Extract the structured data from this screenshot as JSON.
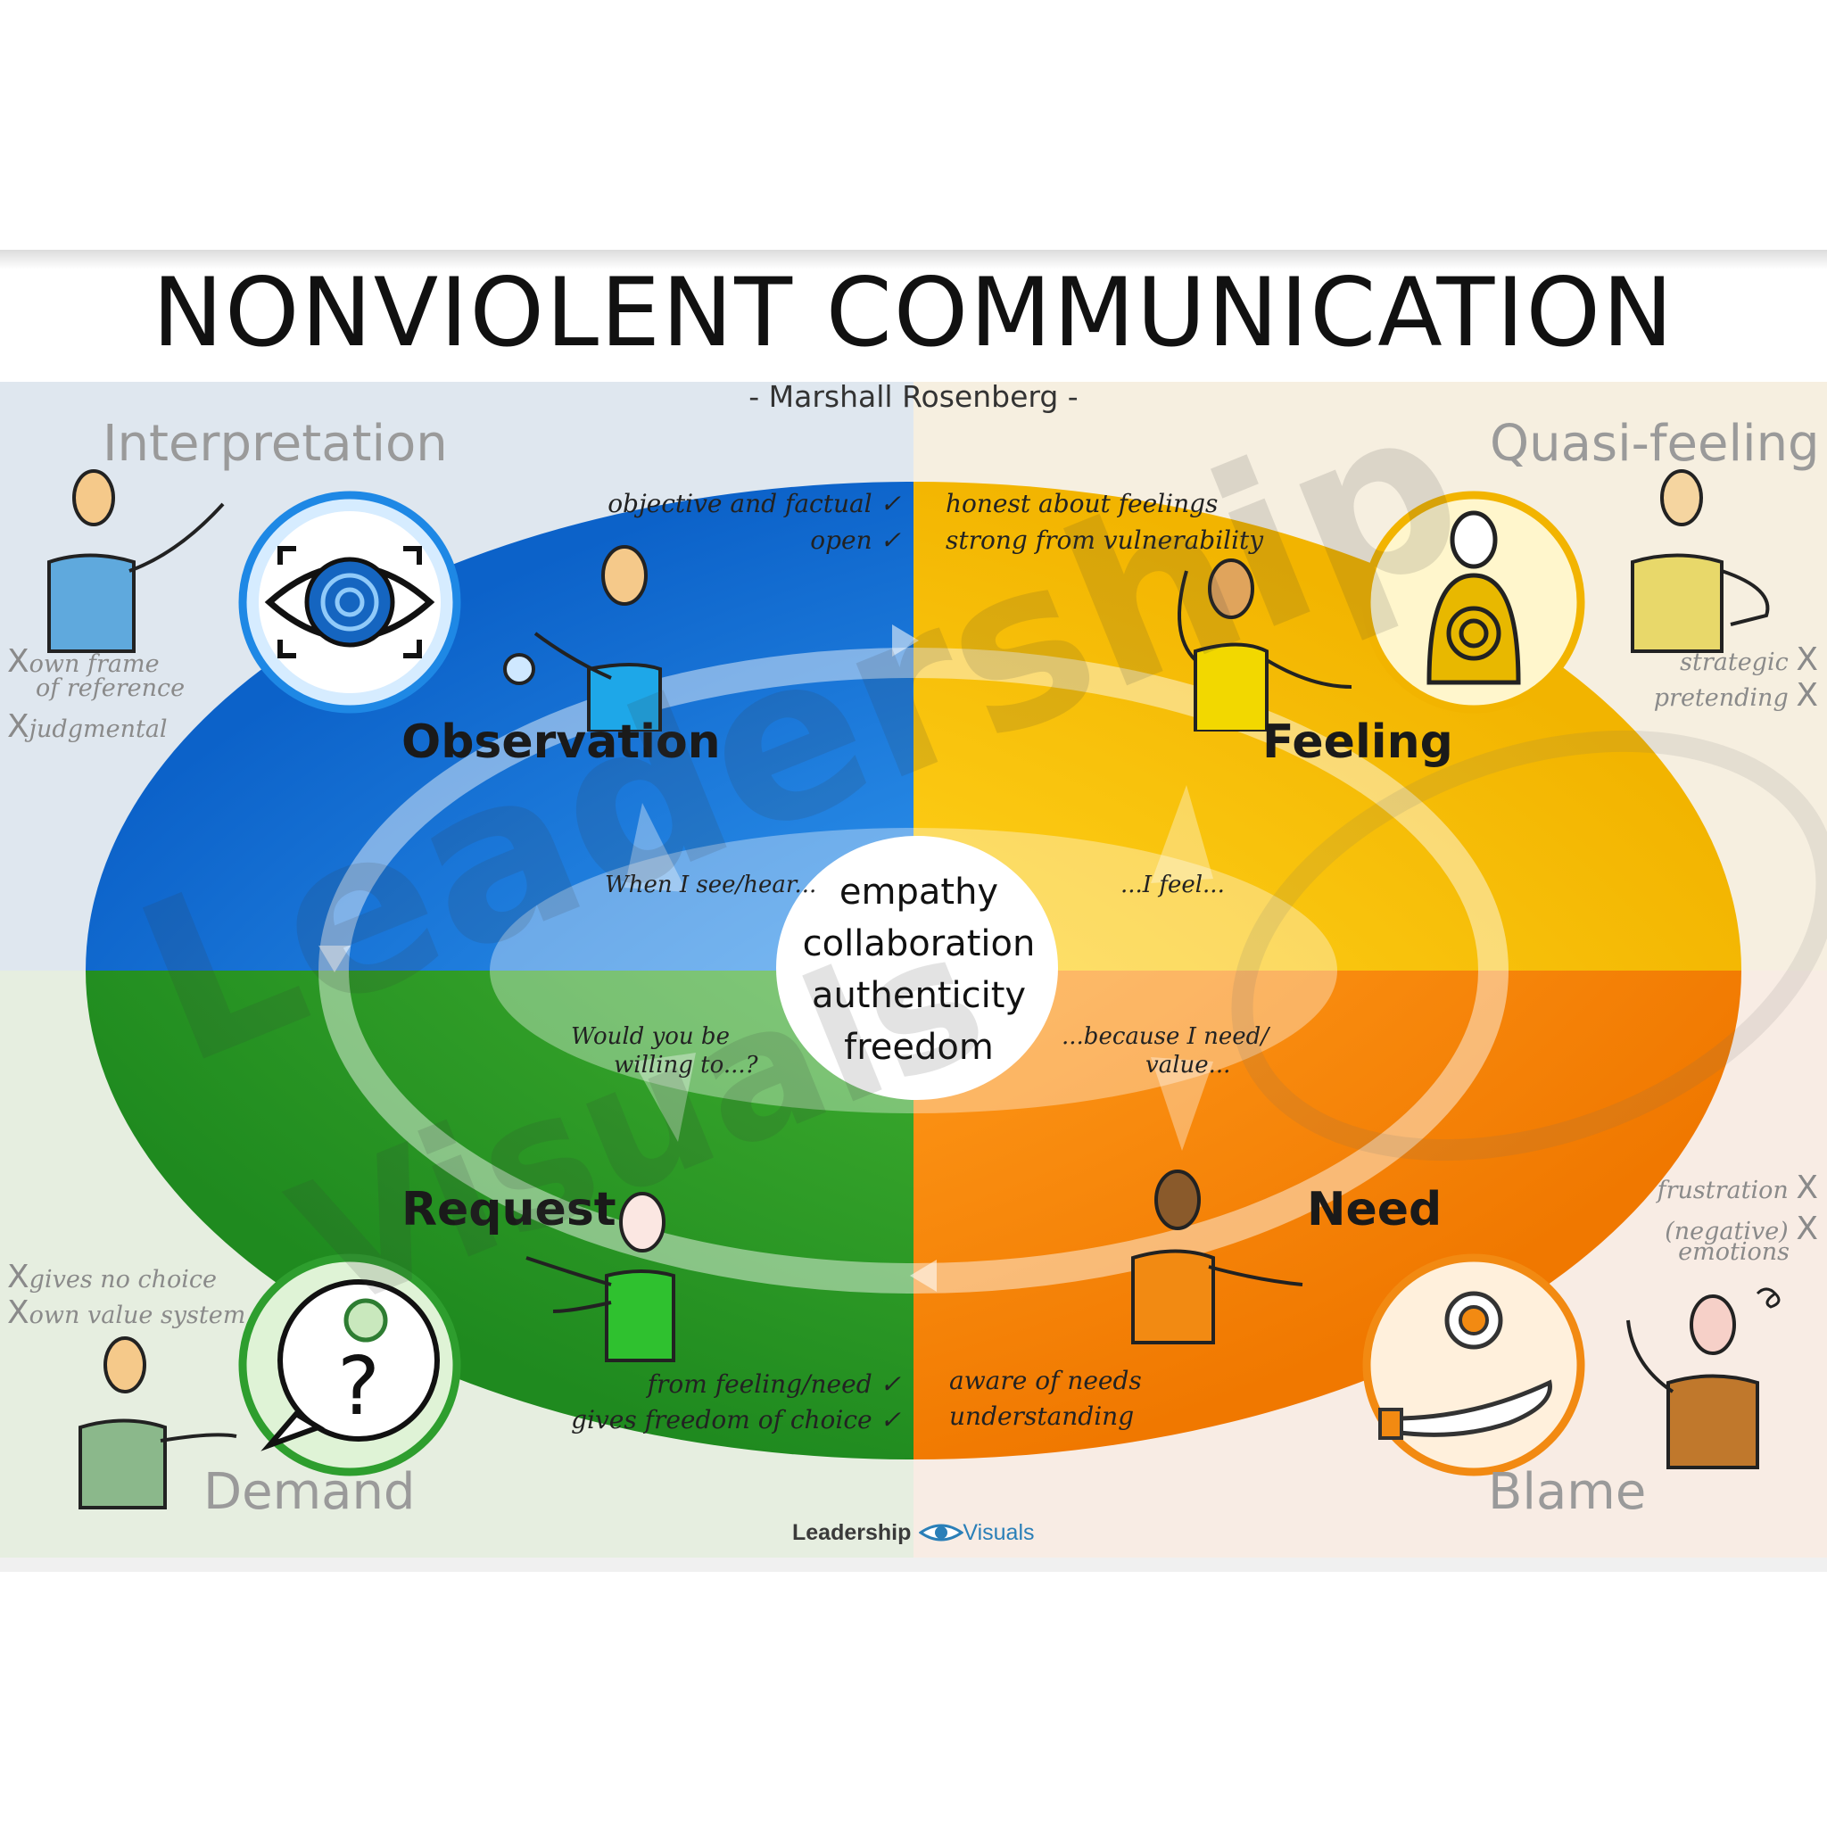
{
  "title": "NONVIOLENT COMMUNICATION",
  "subtitle": "- Marshall Rosenberg -",
  "corners": {
    "top_left": "Interpretation",
    "top_right": "Quasi-feeling",
    "bottom_left": "Demand",
    "bottom_right": "Blame"
  },
  "stages": {
    "observation": "Observation",
    "feeling": "Feeling",
    "request": "Request",
    "need": "Need"
  },
  "positives": {
    "observation": [
      "objective and factual",
      "open"
    ],
    "feeling": [
      "honest about feelings",
      "strong from vulnerability"
    ],
    "request": [
      "from feeling/need",
      "gives freedom of choice"
    ],
    "need": [
      "aware of needs",
      "understanding"
    ],
    "check_symbol": "✓"
  },
  "negatives": {
    "interpretation": [
      "own frame",
      "of reference",
      "judgmental"
    ],
    "quasi_feeling": [
      "strategic",
      "pretending"
    ],
    "demand": [
      "gives no choice",
      "own value system"
    ],
    "blame": [
      "frustration",
      "(negative)",
      "emotions"
    ],
    "x_symbol": "X"
  },
  "phrases": {
    "observation": "When I see/hear...",
    "feeling": "...I feel...",
    "request": [
      "Would you be",
      "willing to...?"
    ],
    "need": [
      "...because I need/",
      "value..."
    ]
  },
  "center_words": [
    "empathy",
    "collaboration",
    "authenticity",
    "freedom"
  ],
  "brand": {
    "part1": "Leadership",
    "part2": "Visuals"
  },
  "watermark": {
    "line1": "Leadership",
    "line2": "Visuals"
  },
  "icons": [
    "eye-target-icon",
    "heart-spiral-icon",
    "question-bubble-icon",
    "spiral-hand-icon"
  ],
  "colors": {
    "observation": "#1e88e5",
    "feeling": "#f5c400",
    "request": "#2e9e2e",
    "need": "#f28a12"
  }
}
